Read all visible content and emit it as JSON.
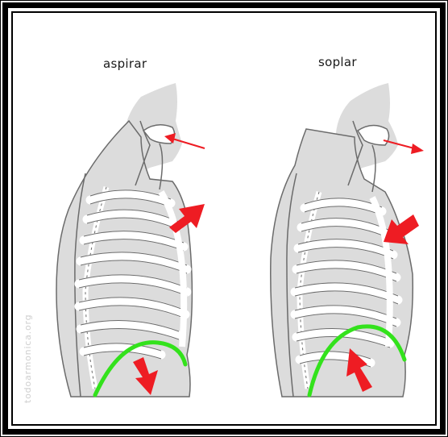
{
  "labels": {
    "left": "aspirar",
    "right": "soplar"
  },
  "watermark": "todoarmonica.org",
  "colors": {
    "arrow": "#ee1c23",
    "diaphragm": "#33e21c",
    "body_fill": "#dcdcdc",
    "outline": "#6b6b6b",
    "ribs": "#ffffff"
  }
}
